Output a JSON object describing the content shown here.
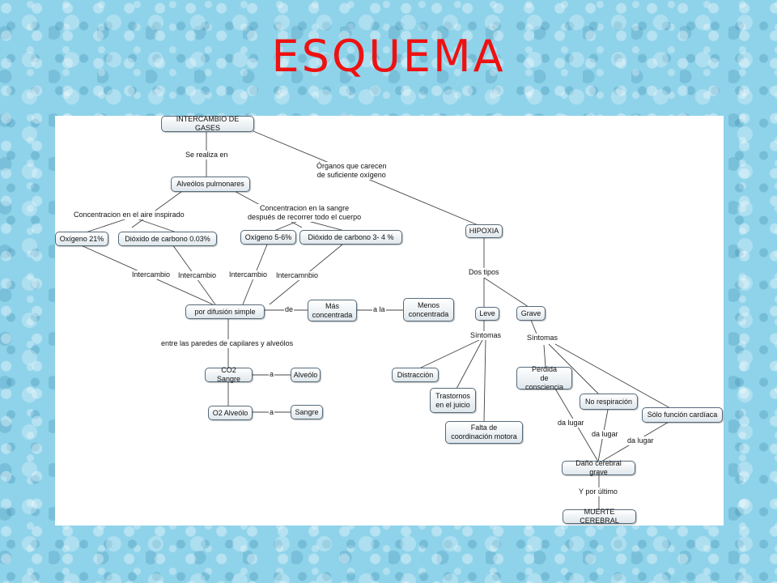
{
  "title": "ESQUEMA",
  "nodes": {
    "intercambio_de_gases": "INTERCAMBIO DE GASES",
    "alveolos_pulmonares": "Alveólos pulmonares",
    "oxigeno_21": "Oxígeno 21%",
    "dioxido_003": "Dióxido de carbono 0.03%",
    "oxigeno_5_6": "Oxígeno 5-6%",
    "dioxido_3_4": "Dióxido de carbono 3- 4 %",
    "por_difusion_simple": "por difusión simple",
    "mas_concentrada": "Más\nconcentrada",
    "menos_concentrada": "Menos\nconcentrada",
    "co2_sangre": "CO2 Sangre",
    "alveolo": "Alveólo",
    "o2_alveolo": "O2 Alveólo",
    "sangre": "Sangre",
    "hipoxia": "HIPOXIA",
    "leve": "Leve",
    "grave": "Grave",
    "distraccion": "Distracción",
    "trastornos_juicio": "Trastornos\nen el juicio",
    "falta_coordinacion": "Falta de\ncoordinación motora",
    "perdida_consciencia": "Perdida\nde consciencia",
    "no_respiracion": "No respiración",
    "solo_funcion_cardiaca": "Sólo función cardíaca",
    "dano_cerebral_grave": "Daño cerebral grave",
    "muerte_cerebral": "MUERTE CEREBRAL"
  },
  "links": {
    "se_realiza_en": "Se realiza en",
    "organos_carecen": "Órganos que carecen\nde suficiente oxígeno",
    "concentracion_aire": "Concentracion en el aire inspirado",
    "concentracion_sangre": "Concentracion en la sangre\ndespués de recorrer todo el cuerpo",
    "intercambio_1": "Intercambio",
    "intercambio_2": "Intercambio",
    "intercambio_3": "Intercambio",
    "intercambio_4": "Intercamnbio",
    "de": "de",
    "a_la": "a la",
    "entre_paredes": "entre las paredes de capilares y alveólos",
    "a_1": "a",
    "a_2": "a",
    "dos_tipos": "Dos tipos",
    "sintomas_leve": "Síntomas",
    "sintomas_grave": "Síntomas",
    "da_lugar_1": "da lugar",
    "da_lugar_2": "da lugar",
    "da_lugar_3": "da lugar",
    "y_por_ultimo": "Y por último"
  }
}
